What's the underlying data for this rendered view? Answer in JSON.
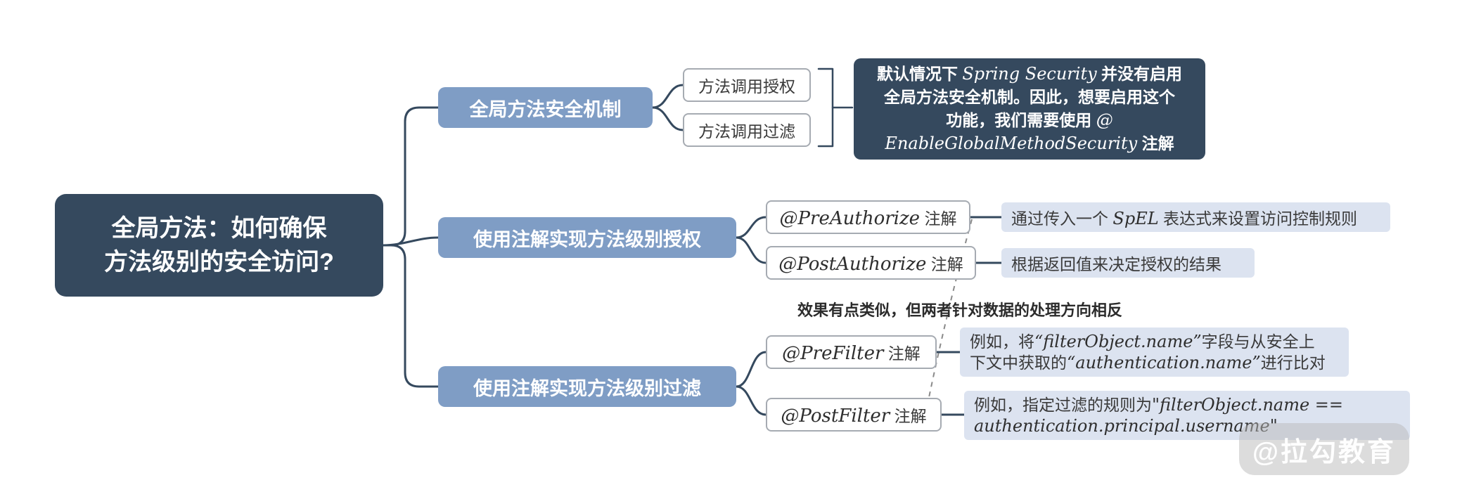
{
  "palette": {
    "c-dark": "#35495E",
    "c-branch": "#7F9DC5",
    "c-note": "#DCE3F0",
    "c-border": "#A6ABB2",
    "c-text": "#3A3A3A",
    "c-line": "#35495E",
    "c-dash": "#8A8A8A"
  },
  "root": {
    "line1": "全局方法：如何确保",
    "line2": "方法级别的安全访问?"
  },
  "branch1": {
    "label": "全局方法安全机制",
    "child1": "方法调用授权",
    "child2": "方法调用过滤",
    "note": {
      "line1_zh1": "默认情况下 ",
      "line1_en": "Spring Security",
      "line1_zh2": " 并没有启用",
      "line2": "全局方法安全机制。因此，想要启用这个",
      "line3_zh": "功能，我们需要使用 ",
      "line3_en": "@",
      "line4_en": "EnableGlobalMethodSecurity",
      "line4_zh": " 注解"
    }
  },
  "branch2": {
    "label": "使用注解实现方法级别授权",
    "child1_en": "@PreAuthorize",
    "child1_zh": " 注解",
    "child1_note": {
      "zh1": "通过传入一个 ",
      "en": "SpEL",
      "zh2": " 表达式来设置访问控制规则"
    },
    "child2_en": "@PostAuthorize",
    "child2_zh": " 注解",
    "child2_note": "根据返回值来决定授权的结果"
  },
  "relation_note": "效果有点类似，但两者针对数据的处理方向相反",
  "branch3": {
    "label": "使用注解实现方法级别过滤",
    "child1_en": "@PreFilter",
    "child1_zh": " 注解",
    "child1_note": {
      "line1_zh1": "例如，将",
      "line1_en": "“filterObject.name”",
      "line1_zh2": "字段与从安全上",
      "line2_zh1": "下文中获取的",
      "line2_en": "“authentication.name”",
      "line2_zh2": "进行比对"
    },
    "child2_en": "@PostFilter",
    "child2_zh": " 注解",
    "child2_note": {
      "line1_zh": "例如，指定过滤的规则为",
      "line1_en": "\"filterObject.name ==",
      "line2_en": "authentication.principal.username\""
    }
  },
  "watermark": "@拉勾教育"
}
